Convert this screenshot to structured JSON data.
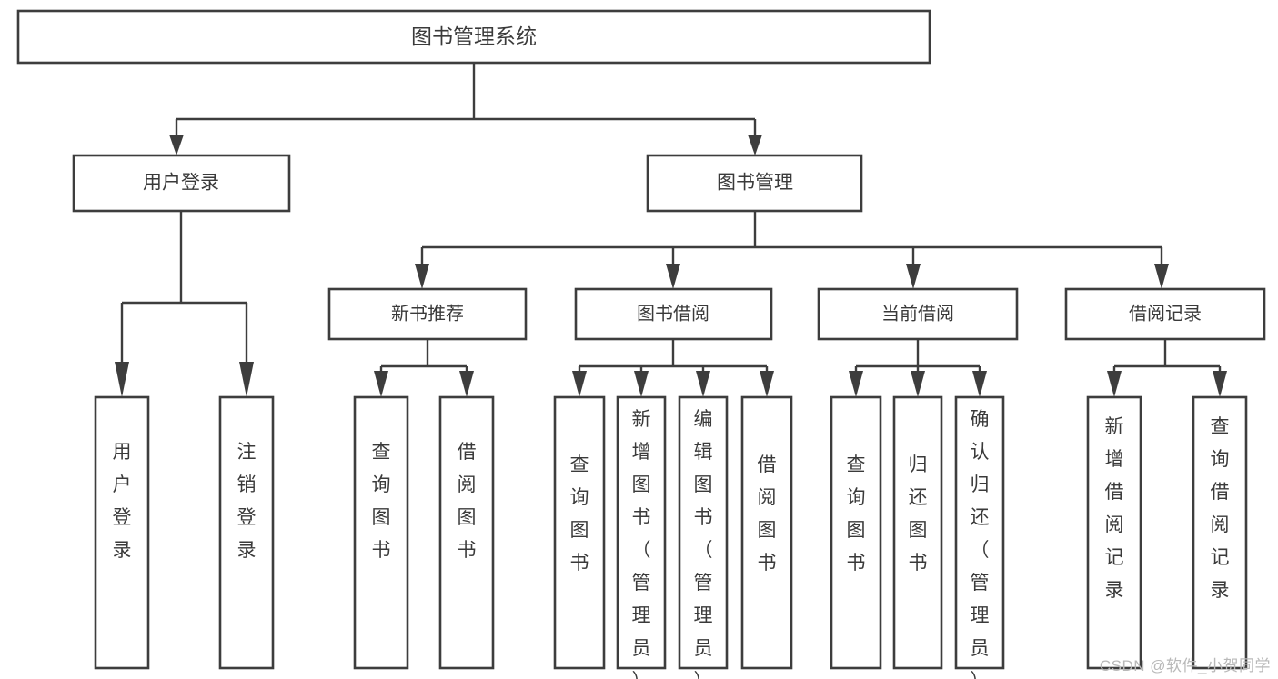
{
  "diagram": {
    "type": "tree",
    "orientation": "top-down",
    "title": "图书管理系统",
    "colors": {
      "background": "#ffffff",
      "box_stroke": "#3d3d3d",
      "box_fill": "#ffffff",
      "text": "#3a3a3a",
      "connector": "#3d3d3d",
      "watermark": "#b9b9b9"
    },
    "root": {
      "label": "图书管理系统",
      "level": 0
    },
    "level1": [
      {
        "label": "用户登录",
        "level": 1
      },
      {
        "label": "图书管理",
        "level": 1
      }
    ],
    "level2": [
      {
        "label": "新书推荐",
        "parent": "图书管理"
      },
      {
        "label": "图书借阅",
        "parent": "图书管理"
      },
      {
        "label": "当前借阅",
        "parent": "图书管理"
      },
      {
        "label": "借阅记录",
        "parent": "图书管理"
      }
    ],
    "leaves": {
      "user_login": [
        {
          "label": "用户登录"
        },
        {
          "label": "注销登录"
        }
      ],
      "new_book": [
        {
          "label": "查询图书"
        },
        {
          "label": "借阅图书"
        }
      ],
      "book_borrow": [
        {
          "label": "查询图书"
        },
        {
          "label": "新增图书（管理员）"
        },
        {
          "label": "编辑图书（管理员）"
        },
        {
          "label": "借阅图书"
        }
      ],
      "current_borrow": [
        {
          "label": "查询图书"
        },
        {
          "label": "归还图书"
        },
        {
          "label": "确认归还（管理员）"
        }
      ],
      "borrow_record": [
        {
          "label": "新增借阅记录"
        },
        {
          "label": "查询借阅记录"
        }
      ]
    }
  },
  "watermark": {
    "text": "CSDN @软件_小贺同学"
  }
}
